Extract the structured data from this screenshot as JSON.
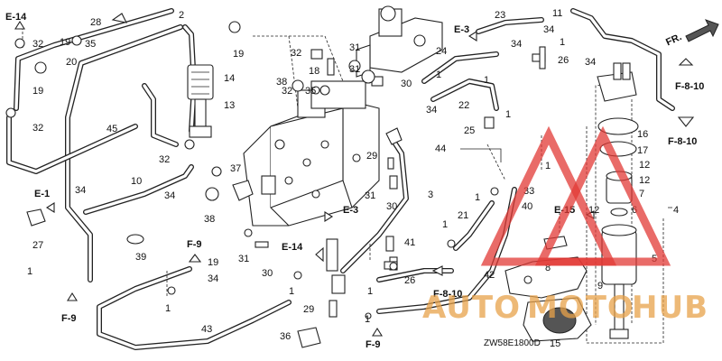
{
  "diagram": {
    "code": "ZW58E1800D",
    "direction_label": "FR.",
    "refs": [
      {
        "id": "e14-top",
        "label": "E-14"
      },
      {
        "id": "e3-top",
        "label": "E-3"
      },
      {
        "id": "e1",
        "label": "E-1"
      },
      {
        "id": "e3-mid",
        "label": "E-3"
      },
      {
        "id": "e14-mid",
        "label": "E-14"
      },
      {
        "id": "e15",
        "label": "E-15"
      },
      {
        "id": "f9-mid",
        "label": "F-9"
      },
      {
        "id": "f9-left",
        "label": "F-9"
      },
      {
        "id": "f9-bottom",
        "label": "F-9"
      },
      {
        "id": "f810-top",
        "label": "F-8-10"
      },
      {
        "id": "f810-right",
        "label": "F-8-10"
      },
      {
        "id": "f810-bottom",
        "label": "F-8-10"
      }
    ],
    "part_numbers": [
      "1",
      "2",
      "3",
      "4",
      "5",
      "6",
      "7",
      "8",
      "9",
      "10",
      "11",
      "12",
      "13",
      "14",
      "15",
      "16",
      "17",
      "18",
      "19",
      "20",
      "21",
      "22",
      "23",
      "24",
      "25",
      "26",
      "27",
      "28",
      "29",
      "30",
      "31",
      "32",
      "33",
      "34",
      "35",
      "36",
      "37",
      "38",
      "39",
      "40",
      "41",
      "42",
      "43",
      "44",
      "45"
    ]
  },
  "labels": {
    "n1": "1",
    "n2": "2",
    "n3": "3",
    "n4": "4",
    "n5": "5",
    "n6": "6",
    "n7": "7",
    "n8": "8",
    "n9": "9",
    "n10": "10",
    "n11": "11",
    "n12": "12",
    "n13": "13",
    "n14": "14",
    "n15": "15",
    "n16": "16",
    "n17": "17",
    "n18": "18",
    "n19": "19",
    "n20": "20",
    "n21": "21",
    "n22": "22",
    "n23": "23",
    "n24": "24",
    "n25": "25",
    "n26": "26",
    "n27": "27",
    "n28": "28",
    "n29": "29",
    "n30": "30",
    "n31": "31",
    "n32": "32",
    "n33": "33",
    "n34": "34",
    "n35": "35",
    "n36": "36",
    "n37": "37",
    "n38": "38",
    "n39": "39",
    "n40": "40",
    "n41": "41",
    "n42": "42",
    "n43": "43",
    "n44": "44",
    "n45": "45"
  },
  "watermark": {
    "text_left": "AUTO",
    "text_mid": "MOTO",
    "text_right": "HUB",
    "colors": {
      "triangle": "#e23a36",
      "text": "#e8a24a"
    }
  }
}
